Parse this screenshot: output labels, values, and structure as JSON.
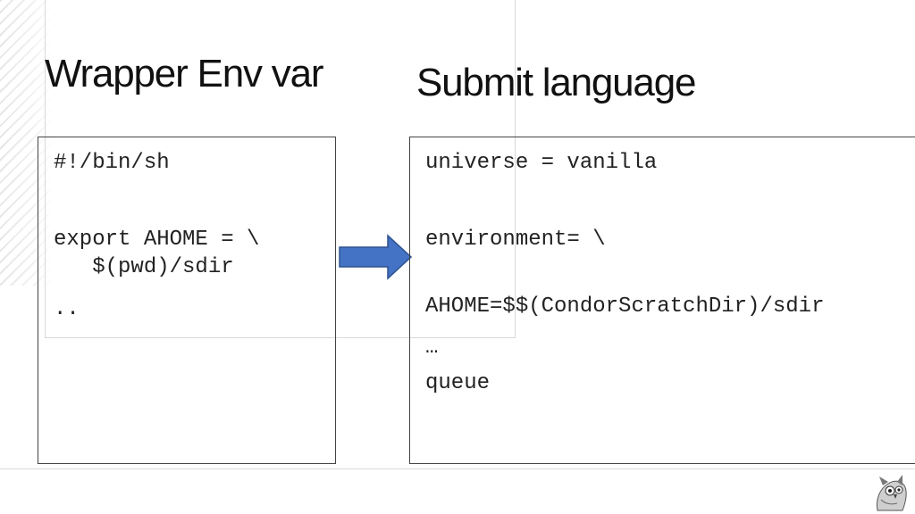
{
  "slide": {
    "left_title": "Wrapper Env var",
    "right_title": "Submit language",
    "wrapper_code": {
      "line1": "#!/bin/sh",
      "line2": "export AHOME = \\",
      "line3": "   $(pwd)/sdir",
      "line4": ".."
    },
    "submit_code": {
      "line1": "universe = vanilla",
      "line2": "environment= \\",
      "line3": "AHOME=$$(CondorScratchDir)/sdir",
      "line4": "…",
      "line5": "queue"
    },
    "arrow_icon": "right-arrow-icon",
    "logo_icon": "owl-logo-icon",
    "colors": {
      "arrow_fill": "#4472c4",
      "arrow_stroke": "#2f528f",
      "text": "#222222",
      "box_border": "#444444"
    }
  }
}
